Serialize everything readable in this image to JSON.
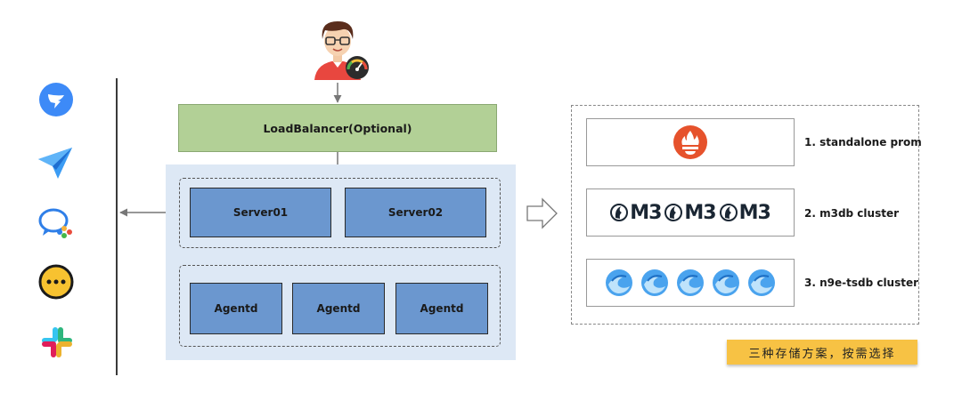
{
  "load_balancer": {
    "label": "LoadBalancer(Optional)"
  },
  "servers": [
    {
      "label": "Server01"
    },
    {
      "label": "Server02"
    }
  ],
  "agents": [
    {
      "label": "Agentd"
    },
    {
      "label": "Agentd"
    },
    {
      "label": "Agentd"
    }
  ],
  "storage": {
    "options": [
      {
        "label": "1. standalone prom",
        "icon": "prometheus-icon"
      },
      {
        "label": "2. m3db cluster",
        "icon": "m3-logo",
        "logo_text": [
          "M3",
          "M3",
          "M3"
        ]
      },
      {
        "label": "3. n9e-tsdb cluster",
        "icon": "n9e-tsdb-icon"
      }
    ]
  },
  "note": {
    "text": "三种存储方案，按需选择"
  },
  "notification_channels": [
    "dingtalk-icon",
    "feishu-icon",
    "wecom-icon",
    "chat-bubble-icon",
    "slack-icon"
  ],
  "colors": {
    "load_balancer": "#b2d096",
    "node": "#6b97cf",
    "panel": "#dde8f5",
    "note": "#f7c244",
    "prometheus": "#e6522c"
  }
}
